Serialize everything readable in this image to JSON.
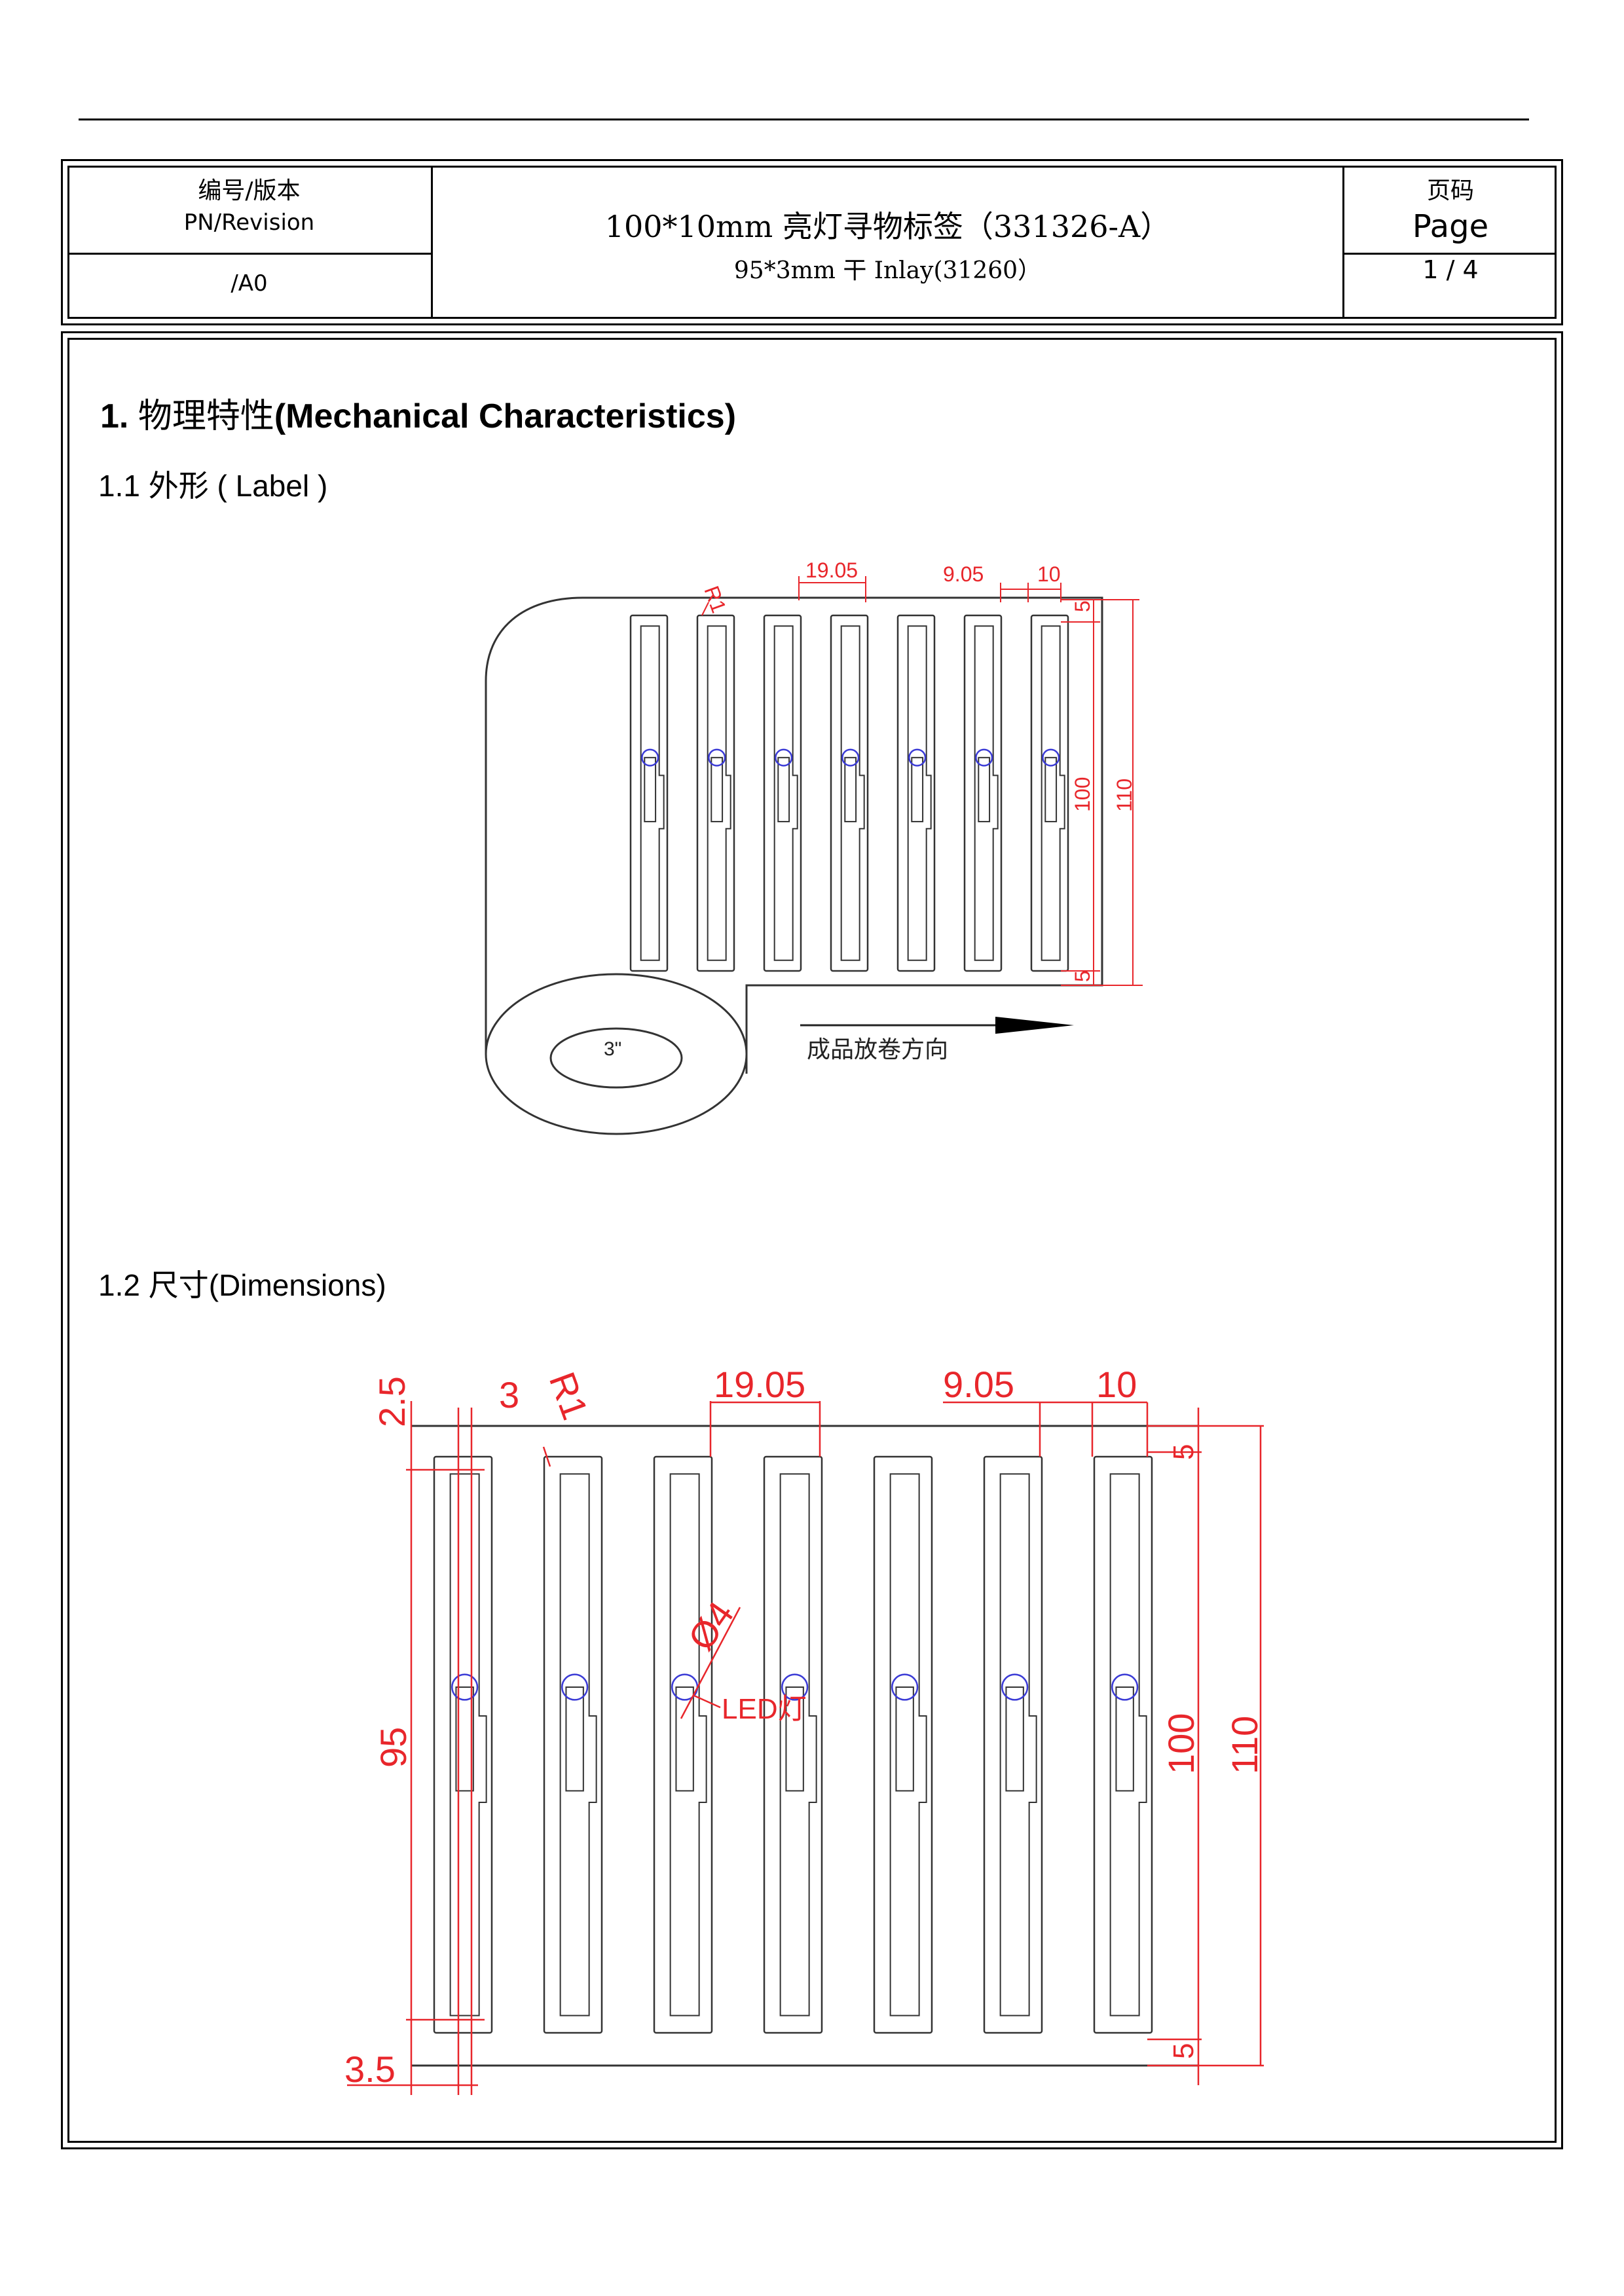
{
  "header": {
    "pn_label_cn": "编号/版本",
    "pn_label_en": "PN/Revision",
    "pn_value": "/A0",
    "title": "100*10mm 亮灯寻物标签（331326-A）",
    "subtitle": "95*3mm 干 Inlay(31260）",
    "page_label_cn": "页码",
    "page_label_en": "Page",
    "page_value": "1 / 4"
  },
  "section": {
    "number": "1.",
    "title_cn": "物理特性",
    "title_en": "(Mechanical Characteristics)",
    "sub1": "1.1  外形 ( Label )",
    "sub2": "1.2 尺寸(Dimensions)"
  },
  "figure1": {
    "dim_r": "R1",
    "dim_pitch": "19.05",
    "dim_gap": "9.05",
    "dim_width": "10",
    "dim_top": "5",
    "dim_bottom": "5",
    "dim_100": "100",
    "dim_110": "110",
    "core": "3\"",
    "direction": "成品放卷方向"
  },
  "figure2": {
    "dim_25": "2.5",
    "dim_3": "3",
    "dim_r": "R1",
    "dim_pitch": "19.05",
    "dim_gap": "9.05",
    "dim_width": "10",
    "dim_top": "5",
    "dim_bottom": "5",
    "dim_100": "100",
    "dim_110": "110",
    "dim_95": "95",
    "dim_35": "3.5",
    "dim_phi": "Ø4",
    "led": "LED灯"
  },
  "colors": {
    "dimension": "#e8262b",
    "led": "#3b3bd6",
    "line": "#000000"
  }
}
